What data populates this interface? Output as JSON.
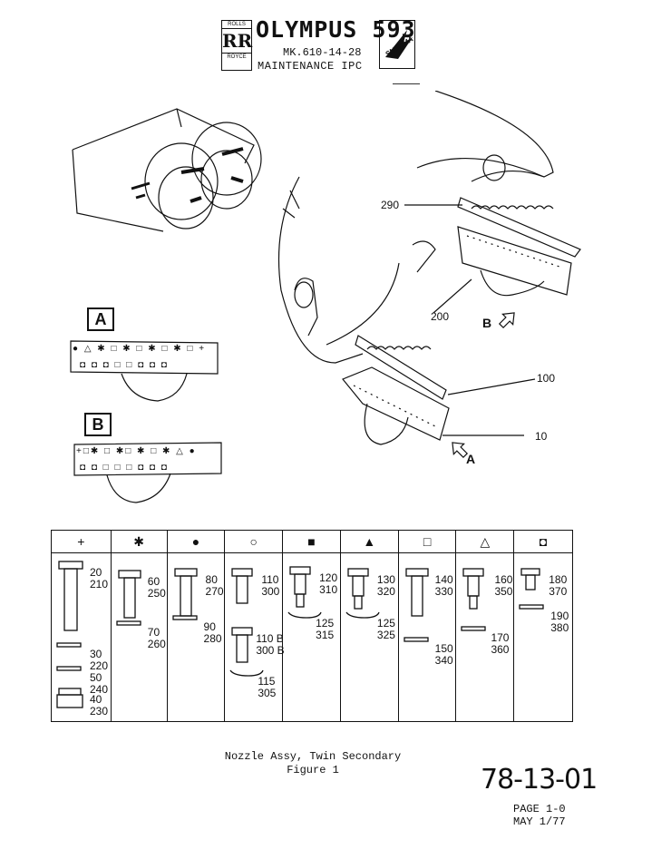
{
  "header": {
    "rr_top": "ROLLS",
    "rr_mid": "RR",
    "rr_bottom": "ROYCE",
    "brand": "OLYMPUS 593",
    "model": "MK.610-14-28",
    "manual": "MAINTENANCE IPC",
    "snecma": "SNECMA"
  },
  "callouts": {
    "c290": "290",
    "c200": "200",
    "c100": "100",
    "c10": "10",
    "view_a": "A",
    "view_b": "B"
  },
  "views": {
    "a_label": "A",
    "b_label": "B",
    "a_row1": "● △ ✱ □ ✱ □ ✱ □ ✱ □ +",
    "a_row2": "◘ ◘ ◘ □           □ ◘ ◘ ◘",
    "b_row1": "+□✱ □ ✱□ ✱ □ ✱ △ ●",
    "b_row2": "◘ ◘ □ □           □ ◘ ◘ ◘"
  },
  "table": {
    "columns": [
      {
        "symbol": "+",
        "parts": [
          "20\n210",
          "30\n220",
          "50\n240",
          "40\n230"
        ]
      },
      {
        "symbol": "✱",
        "parts": [
          "60\n250",
          "70\n260"
        ]
      },
      {
        "symbol": "●",
        "parts": [
          "80\n270",
          "90\n280"
        ]
      },
      {
        "symbol": "○",
        "parts": [
          "110\n300",
          "110 B\n300 B",
          "115\n305"
        ]
      },
      {
        "symbol": "■",
        "parts": [
          "120\n310",
          "125\n315"
        ]
      },
      {
        "symbol": "▲",
        "parts": [
          "130\n320",
          "125\n325"
        ]
      },
      {
        "symbol": "□",
        "parts": [
          "140\n330",
          "150\n340"
        ]
      },
      {
        "symbol": "△",
        "parts": [
          "160\n350",
          "170\n360"
        ]
      },
      {
        "symbol": "◘",
        "parts": [
          "180\n370",
          "190\n380"
        ]
      }
    ]
  },
  "caption": {
    "line1": "Nozzle Assy, Twin Secondary",
    "line2": "Figure 1"
  },
  "footer": {
    "doc_number": "78-13-01",
    "page": "PAGE 1-0",
    "date": "MAY 1/77"
  }
}
